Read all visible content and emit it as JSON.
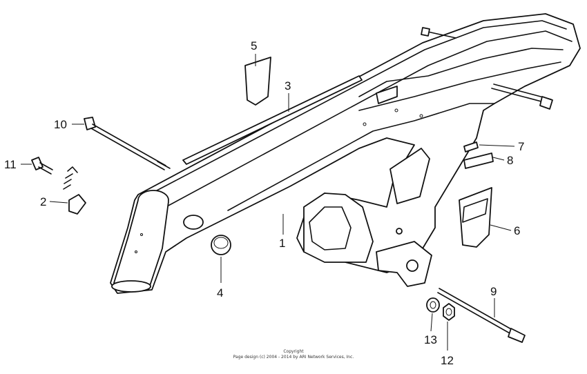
{
  "callouts": [
    {
      "id": "1",
      "text": "1"
    },
    {
      "id": "2",
      "text": "2"
    },
    {
      "id": "3",
      "text": "3"
    },
    {
      "id": "4",
      "text": "4"
    },
    {
      "id": "5",
      "text": "5"
    },
    {
      "id": "6",
      "text": "6"
    },
    {
      "id": "7",
      "text": "7"
    },
    {
      "id": "8",
      "text": "8"
    },
    {
      "id": "9",
      "text": "9"
    },
    {
      "id": "10",
      "text": "10"
    },
    {
      "id": "11",
      "text": "11"
    },
    {
      "id": "12",
      "text": "12"
    },
    {
      "id": "13",
      "text": "13"
    }
  ],
  "footer": {
    "line1": "Copyright",
    "line2": "Page design (c) 2004 - 2014 by ARI Network Services, Inc."
  }
}
